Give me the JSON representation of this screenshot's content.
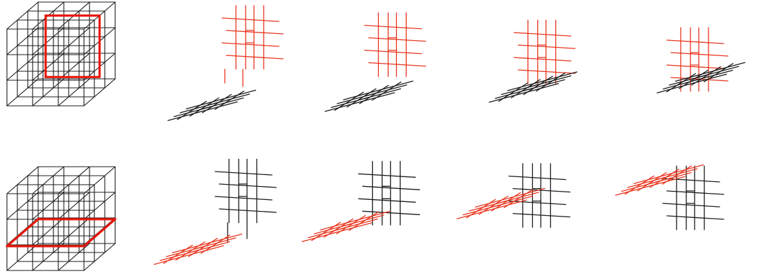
{
  "colors": {
    "background": "#ffffff",
    "black_strand": "#1a1a1a",
    "red_strand": "#e8331c",
    "cube_outline": "#1a1a1a",
    "highlight_plane": "#e8180c"
  },
  "figure": {
    "rows": [
      {
        "cube_highlight": "vertical-plane",
        "stages": [
          {
            "red_part": "vertical",
            "black_part": "horizontal",
            "overlap": 0.0
          },
          {
            "red_part": "vertical",
            "black_part": "horizontal",
            "overlap": 0.33
          },
          {
            "red_part": "vertical",
            "black_part": "horizontal",
            "overlap": 0.66
          },
          {
            "red_part": "vertical",
            "black_part": "horizontal",
            "overlap": 1.0
          }
        ]
      },
      {
        "cube_highlight": "horizontal-plane",
        "stages": [
          {
            "red_part": "horizontal",
            "black_part": "vertical",
            "overlap": 0.0
          },
          {
            "red_part": "horizontal",
            "black_part": "vertical",
            "overlap": 0.33
          },
          {
            "red_part": "horizontal",
            "black_part": "vertical",
            "overlap": 0.66
          },
          {
            "red_part": "horizontal",
            "black_part": "vertical",
            "overlap": 1.0
          }
        ]
      }
    ]
  }
}
